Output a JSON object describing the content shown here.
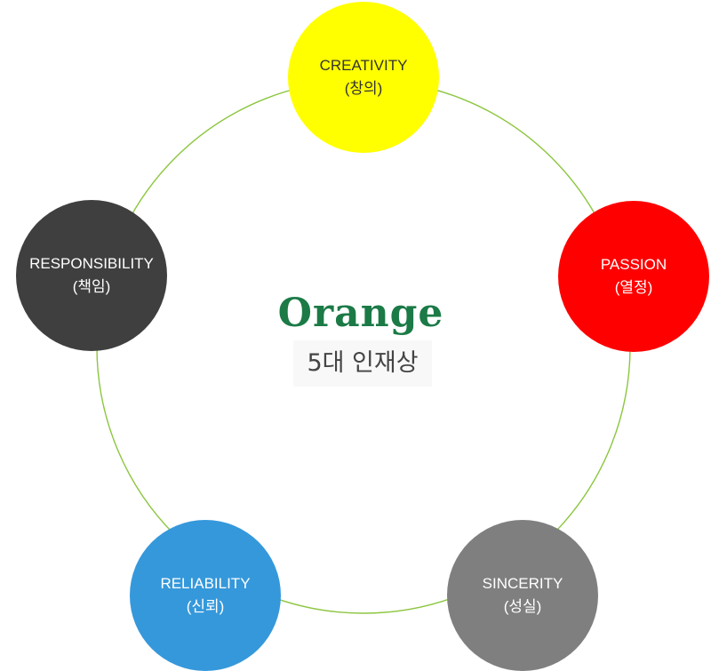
{
  "center": {
    "brand": "Orange",
    "subtitle": "5대 인재상",
    "brand_color": "#1b7a46",
    "subtitle_color": "#444444"
  },
  "ring_color": "#8cc63f",
  "values": [
    {
      "name_en": "CREATIVITY",
      "name_ko": "(창의)",
      "color": "#ffff00",
      "text_color": "#333333"
    },
    {
      "name_en": "PASSION",
      "name_ko": "(열정)",
      "color": "#ff0000",
      "text_color": "#ffffff"
    },
    {
      "name_en": "SINCERITY",
      "name_ko": "(성실)",
      "color": "#7f7f7f",
      "text_color": "#ffffff"
    },
    {
      "name_en": "RELIABILITY",
      "name_ko": "(신뢰)",
      "color": "#3598db",
      "text_color": "#ffffff"
    },
    {
      "name_en": "RESPONSIBILITY",
      "name_ko": "(책임)",
      "color": "#3f3f3f",
      "text_color": "#ffffff"
    }
  ]
}
